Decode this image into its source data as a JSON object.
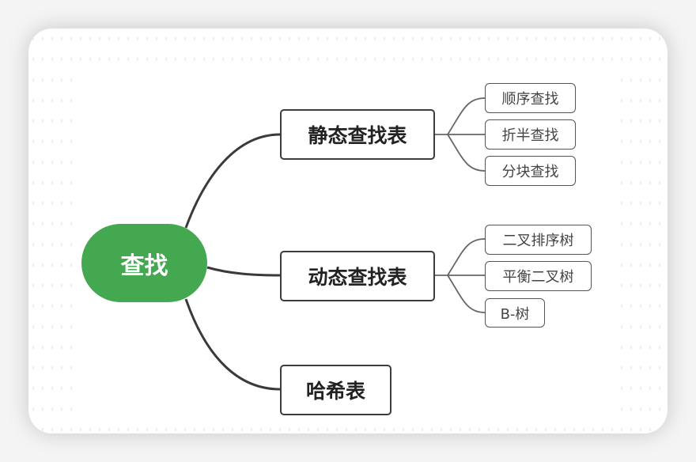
{
  "root": {
    "label": "查找",
    "color": "#44a851"
  },
  "branches": [
    {
      "label": "静态查找表",
      "children": [
        "顺序查找",
        "折半查找",
        "分块查找"
      ]
    },
    {
      "label": "动态查找表",
      "children": [
        "二叉排序树",
        "平衡二叉树",
        "B-树"
      ]
    },
    {
      "label": "哈希表",
      "children": []
    }
  ]
}
